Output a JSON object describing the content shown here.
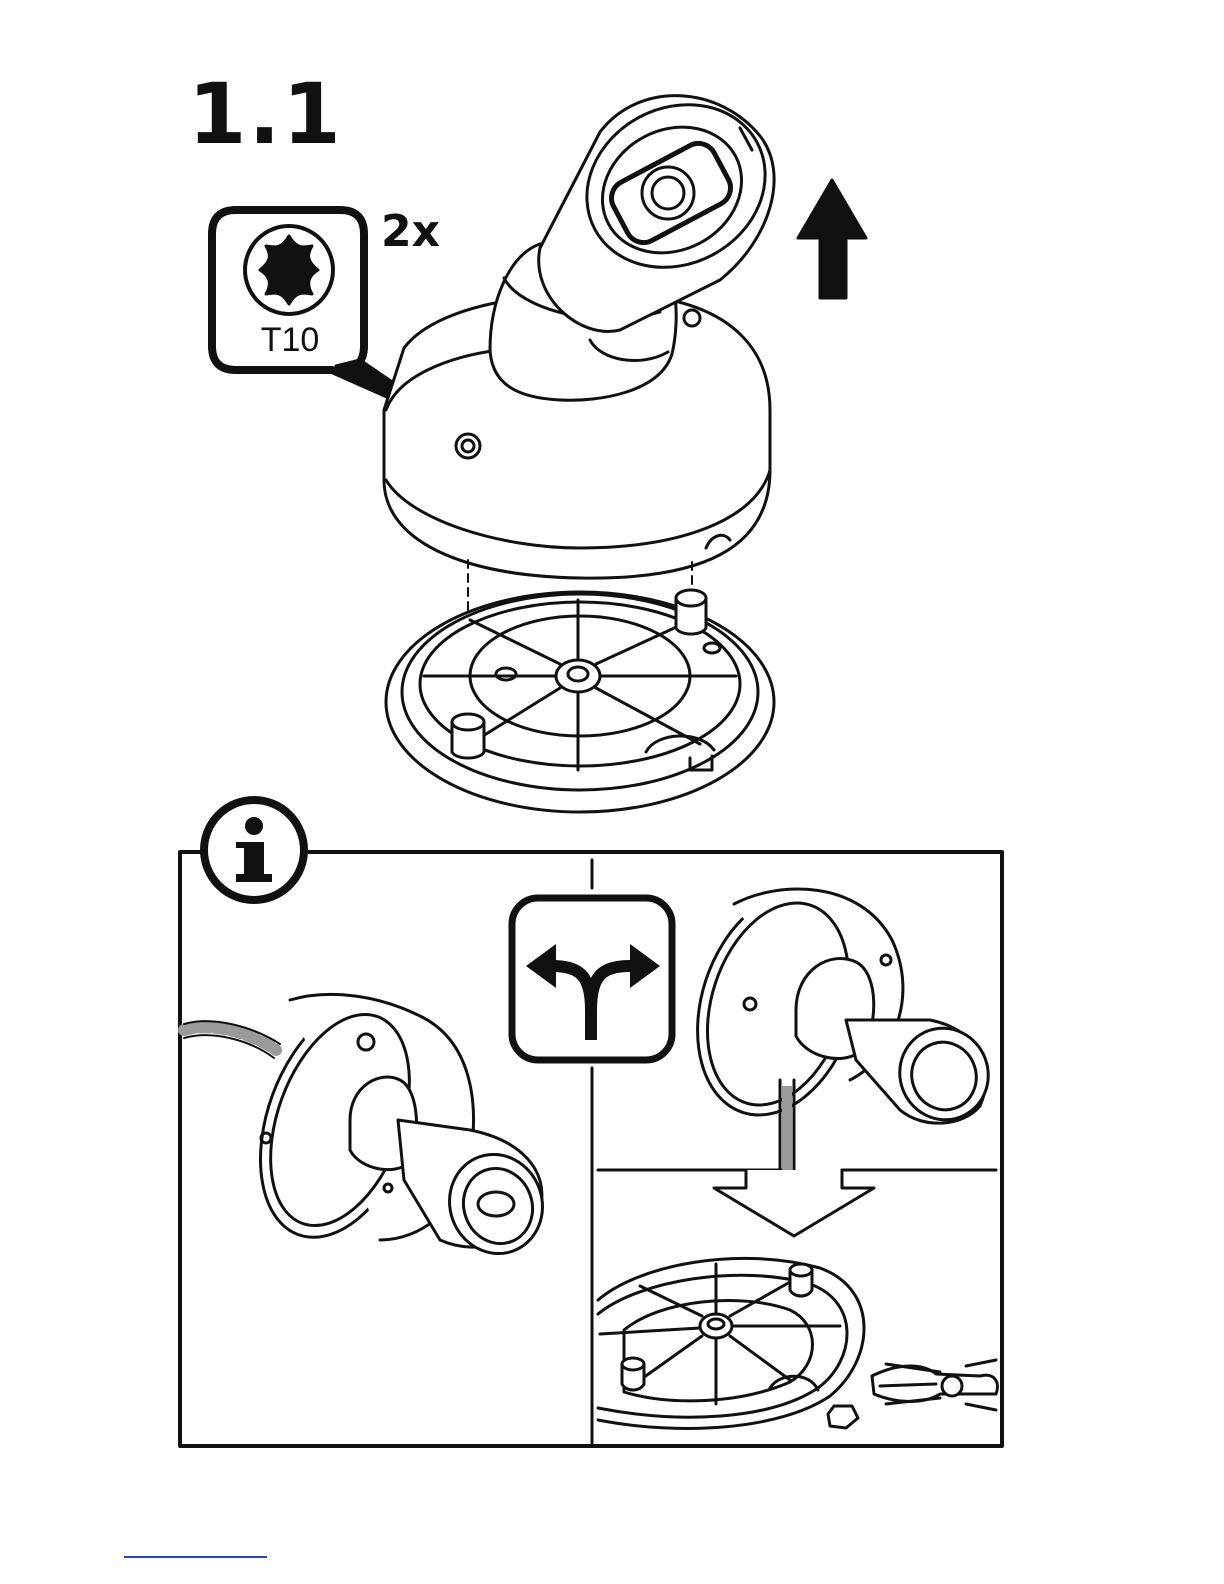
{
  "step": {
    "number": "1.1"
  },
  "tool": {
    "quantity": "2x",
    "bit": "T10",
    "icon": "torx-icon"
  },
  "arrows": {
    "lift": "arrow-up-icon",
    "lower": "arrow-down-icon",
    "choice": "split-arrow-icon"
  },
  "info_panel": {
    "icon": "info-icon"
  },
  "colors": {
    "line": "#111111",
    "accent_link": "#1d46d6"
  }
}
